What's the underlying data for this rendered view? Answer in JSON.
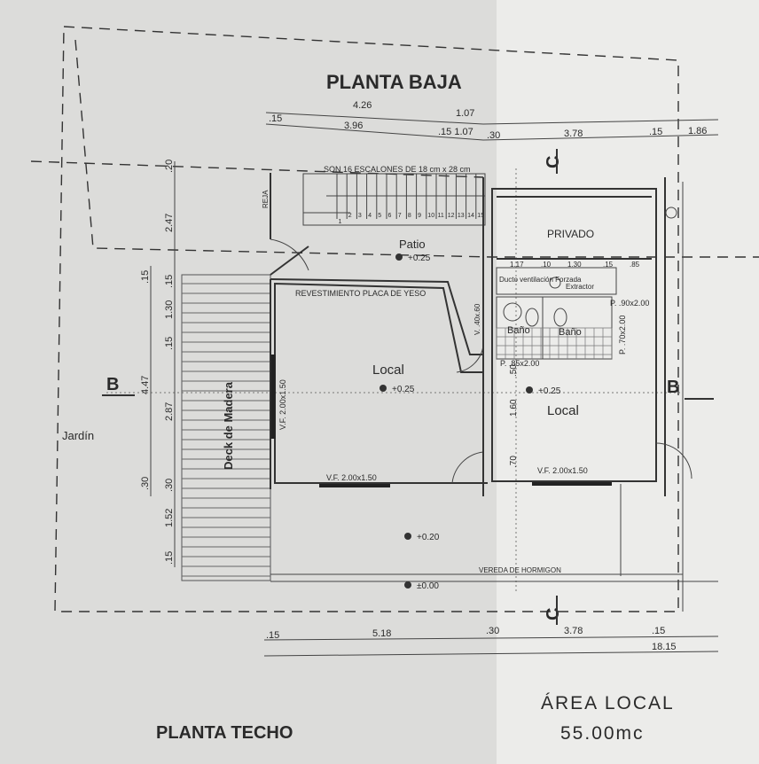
{
  "titles": {
    "ground_floor": "PLANTA BAJA",
    "roof_plan": "PLANTA TECHO"
  },
  "area": {
    "label": "ÁREA LOCAL",
    "value": "55.00mc"
  },
  "top_dimensions": {
    "row1": [
      "4.26",
      "1.07"
    ],
    "row2": [
      ".15",
      "3.96",
      ".15 1.07",
      ".30",
      "3.78",
      ".15",
      "1.86"
    ]
  },
  "bottom_dimensions": {
    "row1": [
      ".15",
      "5.18",
      ".30",
      "3.78",
      ".15"
    ],
    "row2": [
      "18.15"
    ]
  },
  "left_dimensions": {
    "outer": [
      ".20",
      "2.47",
      ".15",
      "1.30",
      ".15",
      "2.87",
      ".30",
      "1.52",
      ".15"
    ],
    "inner": [
      ".15",
      "4.47",
      ".30"
    ]
  },
  "section_marks": {
    "b": "B",
    "c": "C"
  },
  "labels": {
    "stairs_note": "SON 16 ESCALONES DE 18 cm x 28 cm",
    "reja": "REJA",
    "patio": "Patio",
    "patio_level": "+0.25",
    "cladding": "REVESTIMIENTO PLACA DE YESO",
    "privado": "PRIVADO",
    "ducto": "Ducto ventilación Forzada",
    "extractor": "Extractor",
    "bath1": "Baño",
    "bath2": "Baño",
    "local_left": "Local",
    "local_left_level": "+0.25",
    "local_right": "Local",
    "local_right_level": "+0.25",
    "deck": "Deck de Madera",
    "jardin": "Jardín",
    "window_left_vert": "V.F. 2.00x1.50",
    "window_left_bottom": "V.F. 2.00x1.50",
    "window_right_bottom": "V.F. 2.00x1.50",
    "door_p85": "P. .85x2.00",
    "door_p90": "P. .90x2.00",
    "door_p70": "P. .70x2.00",
    "window_v40": "V. .40x.60",
    "dim_160": "1.60",
    "dim_70": ".70",
    "dim_50": ".50",
    "exterior_level": "+0.20",
    "sidewalk": "VEREDA DE HORMIGON",
    "street_level": "±0.00",
    "bath_dims": [
      "1.17",
      ".10",
      "1.30",
      ".15",
      ".85"
    ]
  },
  "stair_steps": [
    "1",
    "2",
    "3",
    "4",
    "5",
    "6",
    "7",
    "8",
    "9",
    "10",
    "11",
    "12",
    "13",
    "14",
    "15"
  ]
}
